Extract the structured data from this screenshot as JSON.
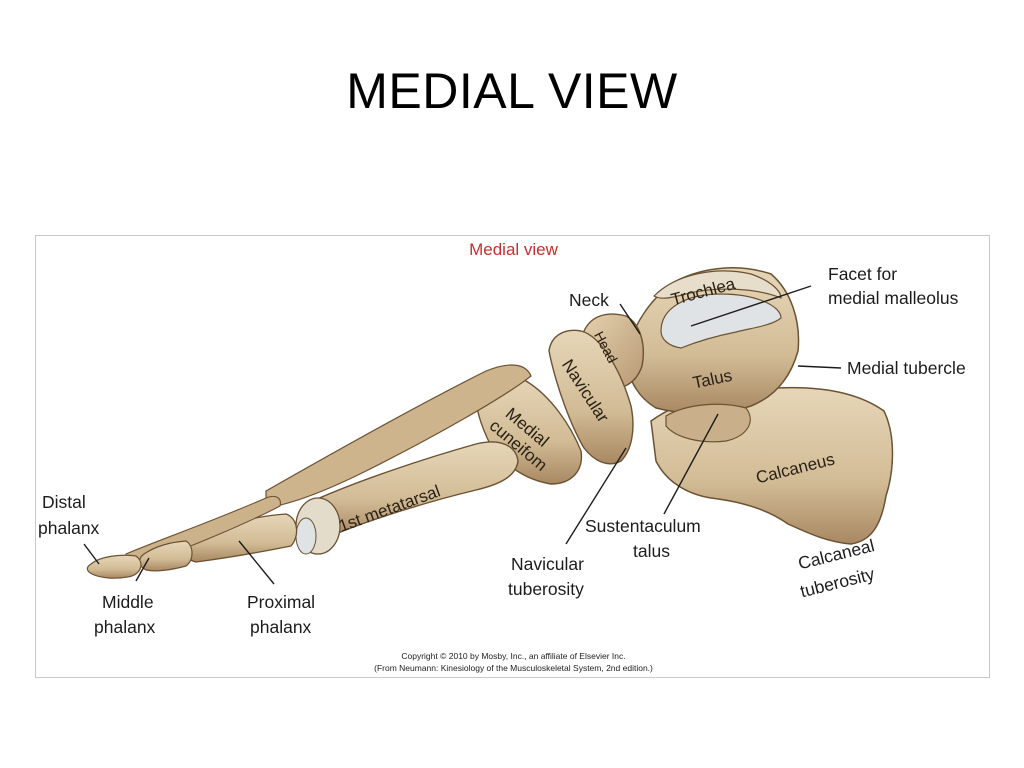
{
  "slide": {
    "title": "MEDIAL VIEW"
  },
  "figure": {
    "title": "Medial view",
    "labels": {
      "neck": "Neck",
      "trochlea": "Trochlea",
      "facet_line1": "Facet for",
      "facet_line2": "medial malleolus",
      "head": "Head",
      "talus": "Talus",
      "medial_tubercle": "Medial tubercle",
      "navicular": "Navicular",
      "medial_cuneiform_line1": "Medial",
      "medial_cuneiform_line2": "cuneifom",
      "first_metatarsal": "1st metatarsal",
      "calcaneus": "Calcaneus",
      "distal_phalanx_line1": "Distal",
      "distal_phalanx_line2": "phalanx",
      "middle_phalanx_line1": "Middle",
      "middle_phalanx_line2": "phalanx",
      "proximal_phalanx_line1": "Proximal",
      "proximal_phalanx_line2": "phalanx",
      "navicular_tuberosity_line1": "Navicular",
      "navicular_tuberosity_line2": "tuberosity",
      "sustentaculum_line1": "Sustentaculum",
      "sustentaculum_line2": "talus",
      "calcaneal_tuberosity_line1": "Calcaneal",
      "calcaneal_tuberosity_line2": "tuberosity"
    },
    "copyright_line1": "Copyright © 2010 by Mosby, Inc., an affiliate of Elsevier Inc.",
    "copyright_line2": "(From Neumann: Kinesiology of the Musculoskeletal System, 2nd edition.)"
  },
  "colors": {
    "bone_fill": "#d9c6a4",
    "bone_shadow": "#8c6f4c",
    "bone_outline": "#6b5233",
    "cartilage": "#dfe3e6",
    "title_red": "#c4302b"
  }
}
